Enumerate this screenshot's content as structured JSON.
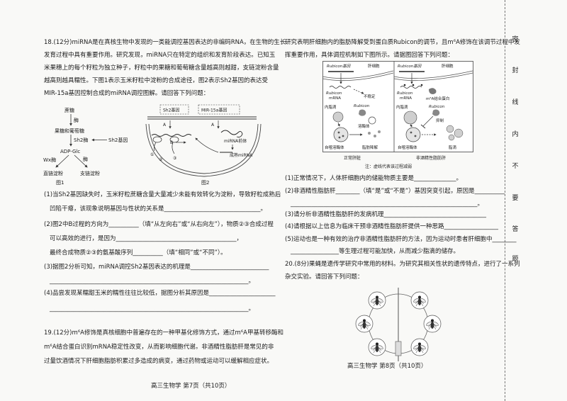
{
  "left_page": {
    "q18_stem": [
      "18.(12分)miRNA是在真核生物中发现的一类能调控基因表达的非编码RNA，在生物的生长",
      "发育过程中具有重要作用。研究发现，miRNA只在特定的组织和发育阶段表达。已知玉",
      "米果穗上的每个籽粒为独立种子，籽粒中的果糖和葡萄糖含量越高则越甜，支链淀粉含量",
      "越高则越具糯性。下图1表示玉米籽粒中淀粉的合成途径，图2表示Sh2基因的表达受",
      "MIR-15a基因控制合成的miRNA调控图解。请回答下列问题："
    ],
    "fig1": {
      "sucrose": "蔗糖",
      "enzyme_1": "酶",
      "fructose_glucose": "果糖和葡萄糖",
      "sh2_enzyme": "Sh2酶",
      "sh2_gene": "Sh2基因",
      "adp_glc": "ADP-Glc",
      "wx_enzyme": "Wx酶",
      "enzyme_2": "酶",
      "amylose": "直链淀粉",
      "amylopectin": "支链淀粉",
      "caption": "图1"
    },
    "fig2": {
      "sh2_gene": "Sh2基因",
      "mir_gene": "MIR-15a基因",
      "label_a_1": "A",
      "label_a_2": "A",
      "label_b": "B",
      "mark_1": "①",
      "mark_2": "②",
      "mark_3": "③",
      "pre_mirna": "miRNA前体",
      "mature_mirna": "成熟miRNA",
      "caption": "图2"
    },
    "q18_parts": {
      "p1": [
        "(1)当Sh2基因缺失时，玉米籽粒蔗糖含量大量减少未能有效转化为淀粉，导致籽粒成熟后",
        "凹陷干瘪，该现象说明基因与性状的关系是________________________________。"
      ],
      "p2": [
        "(2)图2中B过程的方向为__________（填“从左向右”或“从右向左”），物质②③合成过程",
        "可以高效的进行，是因为________________________________________，",
        "最终合成物质②③的氨基酸序列__________（填“相同”或“不同”）。"
      ],
      "p3": [
        "(3)据图2分析可知，miRNA调控Sh2基因表达的机理是__________________________",
        "__________________________________________________________________。"
      ],
      "p4": [
        "(4)品尝发现某糯甜玉米的糯性往往比较低，据图分析其原因是______________________",
        "__________________________________________________________________。"
      ]
    },
    "q19_stem": [
      "19.(12分)m⁶A修饰是真核细胞中普遍存在的一种甲基化修饰方式，通过m⁶A甲基转移酶和",
      "m⁶A结合蛋白识别mRNA稳定性改变，从而影响细胞代谢。非酒精性脂肪肝是常见的非",
      "过量饮酒情况下肝细胞脂肪积累过多造成的病变，通过药物或运动可以缓解相应症状。"
    ],
    "footer": "高三生物学  第7页（共10页）"
  },
  "right_page": {
    "q19_intro": [
      "研究表明肝细胞内的脂肪降解受到蛋白质Rubicon的调节，且m⁶A修饰在该调节过程中发",
      "挥重要作用，具体调控机制如下图所示。请据图回答下列问题："
    ],
    "diagram": {
      "left_gene": "Rubicon基因",
      "left_cell": "肝细胞",
      "left_mrna_1": "Rubicon",
      "left_mrna_2": "mRNA",
      "left_unstable": "不稳定",
      "left_droplet": "内脂滴",
      "left_protein": "Rubicon",
      "left_lysosome": "溶酶体",
      "left_autolysosome": "自噬溶酶体",
      "left_degradation": "脂肪降解",
      "right_gene": "Rubicon基因",
      "right_cell": "肝细胞",
      "right_mrna_1": "Rubicon",
      "right_mrna_2": "mRNA",
      "right_binding": "m⁶A结合蛋白",
      "right_droplet": "内脂滴",
      "right_protein": "Rubicon",
      "right_inhibit": "抑制",
      "right_autolysosome": "自噬溶酶体",
      "right_lipid": "脂滴",
      "caption_normal": "正常肝脏",
      "caption_nafld": "非酒精性脂肪肝",
      "note": "注：虚线代表该过程减弱"
    },
    "q19_parts": {
      "p1": "(1)正常情况下，人体肝细胞内的储能物质主要是______________。",
      "p2": [
        "(2)非酒精性脂肪肝________（填“是”或“不是”）基因突变引起，原因是__________",
        "______________________________________________________________。"
      ],
      "p3": "(3)请分析非酒精性脂肪肝的发病机理__________________________________",
      "p4": "(4)请根据以上信息为临床干预非酒精性脂肪肝提供一种思路__________________",
      "p5": [
        "(5)运动也是一种有效的治疗非酒精性脂肪肝的方法，因为运动时患者肝细胞中________",
        "________________等生理过程可能加快，从而减少脂滴的储存。"
      ]
    },
    "q20_stem": [
      "20.(8分)果蝇是遗传学研究中常用的材料。为研究其相关性状的遗传特点，进行了一系列",
      "杂交实验。请回答下列问题："
    ],
    "footer": "高三生物学  第8页（共10页）"
  },
  "binding_margin": {
    "chars": [
      "密",
      "封",
      "线",
      "内",
      "不",
      "要",
      "答",
      "题"
    ]
  }
}
